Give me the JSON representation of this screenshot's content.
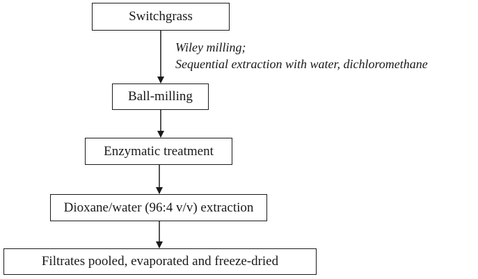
{
  "flowchart": {
    "steps": [
      "Switchgrass",
      "Ball-milling",
      "Enzymatic treatment",
      "Dioxane/water (96:4 v/v) extraction",
      "Filtrates pooled, evaporated and freeze-dried"
    ],
    "annotation": {
      "line1": "Wiley milling;",
      "line2": "Sequential extraction with water, dichloromethane"
    }
  }
}
